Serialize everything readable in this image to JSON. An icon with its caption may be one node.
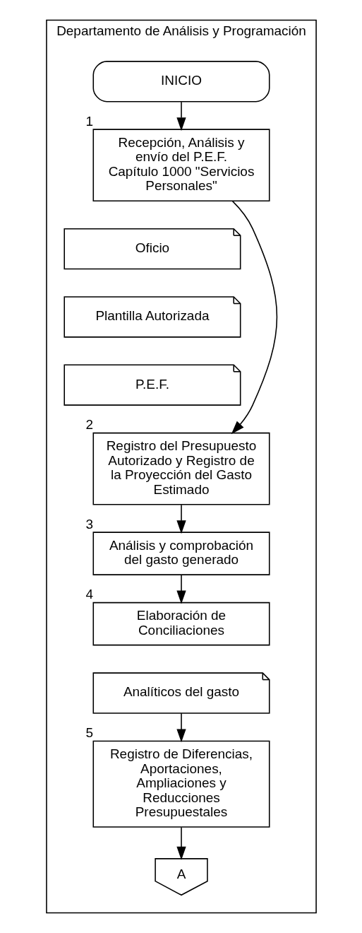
{
  "diagram": {
    "nodes": [
      {
        "text": [
          "Departamento de Análisis y Programación"
        ]
      },
      {
        "text": [
          "INICIO"
        ],
        "in": 0
      },
      {
        "text": [
          "Recepción, Análisis y envío del P.E.F. Capítulo 1000 \"Servicios Personales\""
        ],
        "beside": [
          "1"
        ],
        "in": 0
      },
      {
        "text": [
          "Oficio"
        ],
        "in": 0
      },
      {
        "text": [
          "Plantilla Autorizada"
        ],
        "in": 0
      },
      {
        "text": [
          "P.E.F."
        ],
        "in": 0
      },
      {
        "text": [
          "Registro del Presupuesto Autorizado y Registro de la Proyección del Gasto Estimado"
        ],
        "beside": [
          "2"
        ],
        "in": 0
      },
      {
        "text": [
          "Análisis y comprobación del gasto generado"
        ],
        "beside": [
          "3"
        ],
        "in": 0
      },
      {
        "text": [
          "Elaboración de Conciliaciones"
        ],
        "beside": [
          "4"
        ],
        "in": 0
      },
      {
        "text": [
          "Analíticos del gasto"
        ],
        "in": 0
      },
      {
        "text": [
          "Registro de Diferencias, Aportaciones, Ampliaciones y Reducciones Presupuestales"
        ],
        "beside": [
          "5"
        ],
        "in": 0
      },
      {
        "text": [
          "A"
        ],
        "in": 0
      }
    ],
    "edges": [
      {
        "from": 1,
        "to": 2,
        "arrow": "to"
      },
      {
        "from": 2,
        "to": 6,
        "arrow": "to"
      },
      {
        "from": 6,
        "to": 7,
        "arrow": "to"
      },
      {
        "from": 7,
        "to": 8,
        "arrow": "to"
      },
      {
        "from": 9,
        "to": 10,
        "arrow": "to"
      },
      {
        "from": 10,
        "to": 11,
        "arrow": "to"
      }
    ]
  }
}
